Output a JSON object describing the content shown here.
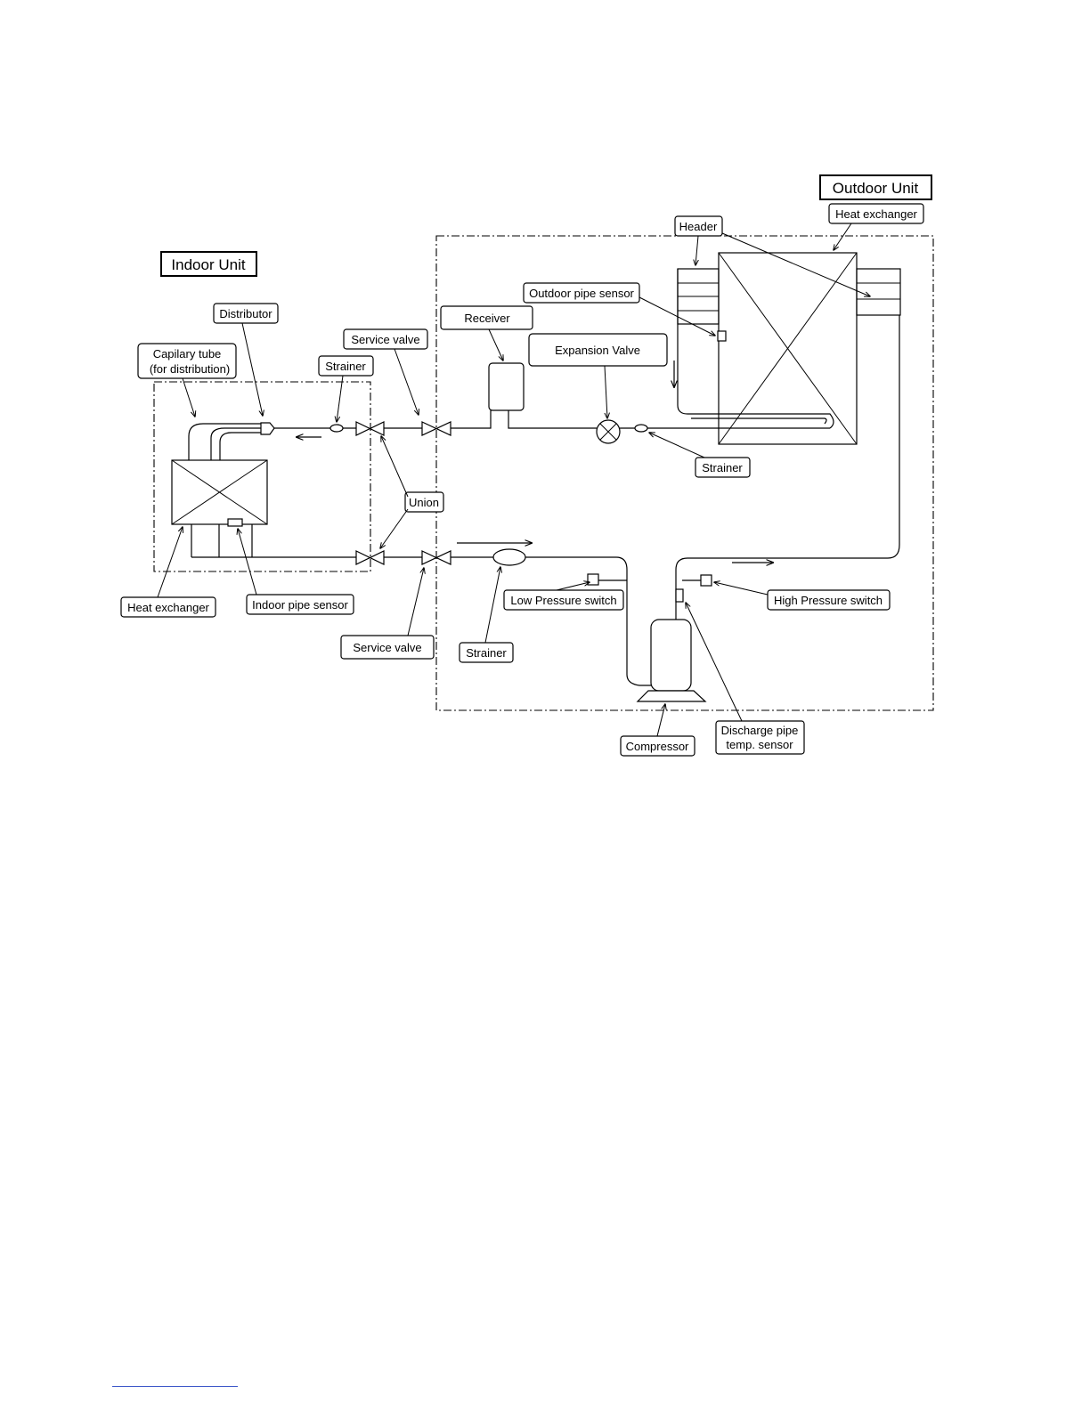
{
  "units": {
    "indoor": "Indoor Unit",
    "outdoor": "Outdoor Unit"
  },
  "labels": {
    "distributor": "Distributor",
    "capillary_line1": "Capilary tube",
    "capillary_line2": "(for distribution)",
    "service_valve_top": "Service valve",
    "strainer_indoor": "Strainer",
    "receiver": "Receiver",
    "outdoor_pipe_sensor": "Outdoor pipe sensor",
    "expansion_valve": "Expansion  Valve",
    "header": "Header",
    "heat_exchanger_outdoor": "Heat exchanger",
    "strainer_outdoor_right": "Strainer",
    "union": "Union",
    "heat_exchanger_indoor": "Heat exchanger",
    "indoor_pipe_sensor": "Indoor pipe sensor",
    "service_valve_bottom": "Service valve",
    "strainer_bottom": "Strainer",
    "low_pressure_switch": "Low Pressure switch",
    "high_pressure_switch": "High Pressure switch",
    "compressor": "Compressor",
    "discharge_line1": "Discharge pipe",
    "discharge_line2": "temp. sensor"
  }
}
